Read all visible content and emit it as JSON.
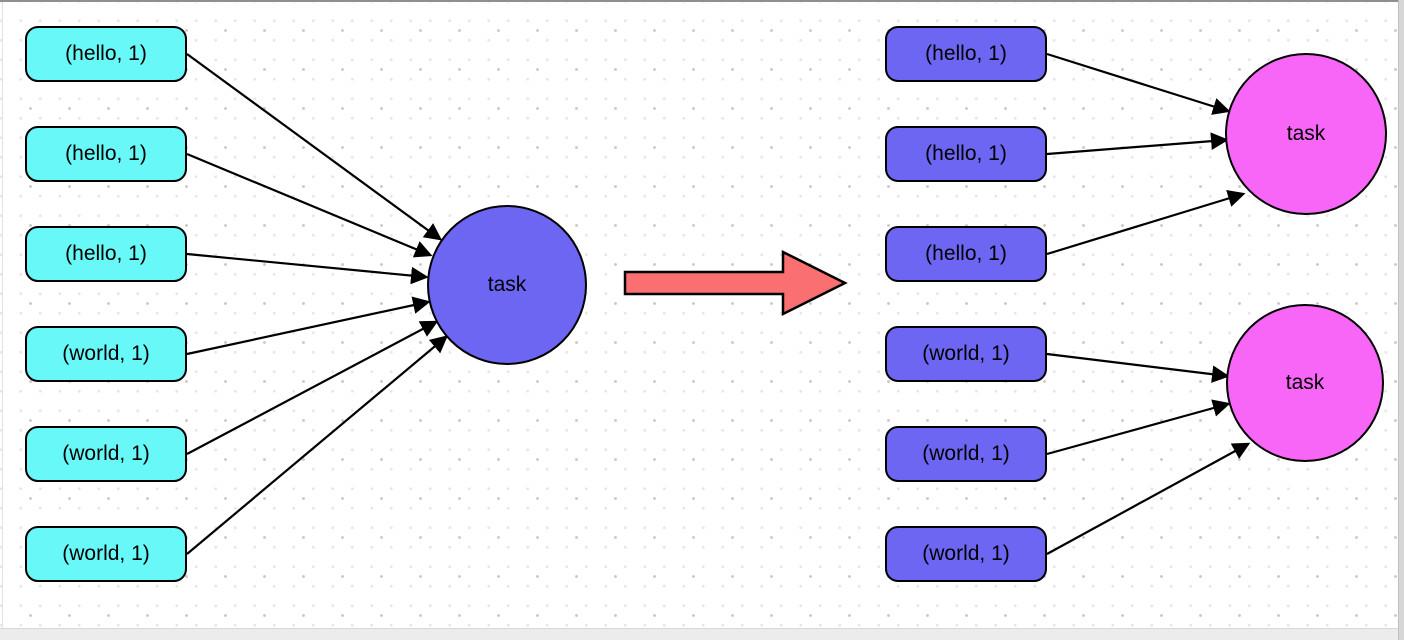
{
  "diagram": {
    "colors": {
      "input_cyan": "#68F8F8",
      "node_blue": "#6C66F2",
      "node_magenta": "#F866F8",
      "arrow_red": "#FA7070",
      "stroke": "#000000",
      "dot_major": "#c9c9c9",
      "dot_minor": "#e7e7e7"
    },
    "left_stage": {
      "inputs": [
        "(hello, 1)",
        "(hello, 1)",
        "(hello, 1)",
        "(world, 1)",
        "(world, 1)",
        "(world, 1)"
      ],
      "task_label": "task"
    },
    "right_stage": {
      "inputs": [
        "(hello, 1)",
        "(hello, 1)",
        "(hello, 1)",
        "(world, 1)",
        "(world, 1)",
        "(world, 1)"
      ],
      "task_top_label": "task",
      "task_bottom_label": "task"
    }
  }
}
